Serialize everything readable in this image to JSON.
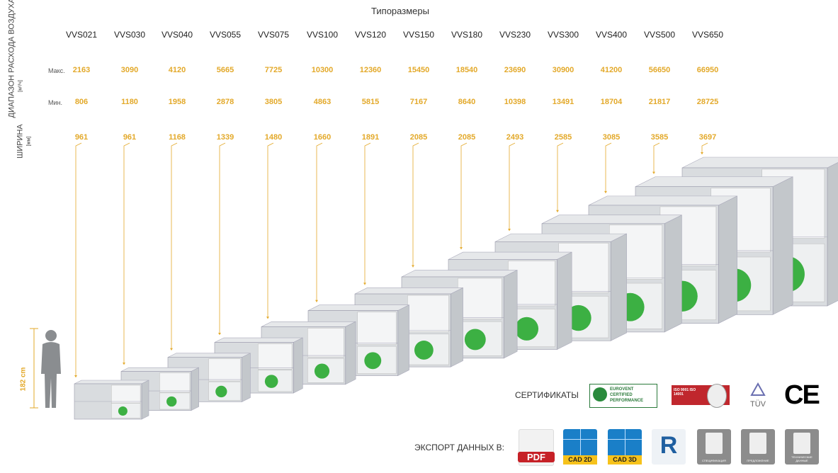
{
  "title": "Типоразмеры",
  "row_labels": {
    "airflow": "ДИАПАЗОН РАСХОДА ВОЗДУХА",
    "airflow_unit": "[м³/ч]",
    "max": "Макс.",
    "min": "Мин.",
    "width": "ШИРИНА",
    "width_unit": "[мм]"
  },
  "models": [
    {
      "name": "VVS021",
      "max": "2163",
      "min": "806",
      "width": "961"
    },
    {
      "name": "VVS030",
      "max": "3090",
      "min": "1180",
      "width": "961"
    },
    {
      "name": "VVS040",
      "max": "4120",
      "min": "1958",
      "width": "1168"
    },
    {
      "name": "VVS055",
      "max": "5665",
      "min": "2878",
      "width": "1339"
    },
    {
      "name": "VVS075",
      "max": "7725",
      "min": "3805",
      "width": "1480"
    },
    {
      "name": "VVS100",
      "max": "10300",
      "min": "4863",
      "width": "1660"
    },
    {
      "name": "VVS120",
      "max": "12360",
      "min": "5815",
      "width": "1891"
    },
    {
      "name": "VVS150",
      "max": "15450",
      "min": "7167",
      "width": "2085"
    },
    {
      "name": "VVS180",
      "max": "18540",
      "min": "8640",
      "width": "2085"
    },
    {
      "name": "VVS230",
      "max": "23690",
      "min": "10398",
      "width": "2493"
    },
    {
      "name": "VVS300",
      "max": "30900",
      "min": "13491",
      "width": "2585"
    },
    {
      "name": "VVS400",
      "max": "41200",
      "min": "18704",
      "width": "3085"
    },
    {
      "name": "VVS500",
      "max": "56650",
      "min": "21817",
      "width": "3585"
    },
    {
      "name": "VVS650",
      "max": "66950",
      "min": "28725",
      "width": "3697"
    }
  ],
  "person_height": "182 cm",
  "certificates": {
    "label": "СЕРТИФИКАТЫ",
    "eurovent": "EUROVENT CERTIFIED PERFORMANCE",
    "iso": "ISO 9001 ISO 14001",
    "tuv": "TÜV",
    "ce": "CE"
  },
  "export": {
    "label": "ЭКСПОРТ ДАННЫХ В:",
    "items": [
      "PDF",
      "CAD 2D",
      "CAD 3D",
      "R",
      "СПЕЦИФИКАЦИЯ",
      "ПРЕДЛОЖЕНИЕ",
      "ТЕХНИЧЕСКИЕ ДАННЫЕ"
    ]
  },
  "colors": {
    "accent": "#e3a92a",
    "unit": "#d4d8dc",
    "fan": "#3cb043"
  }
}
